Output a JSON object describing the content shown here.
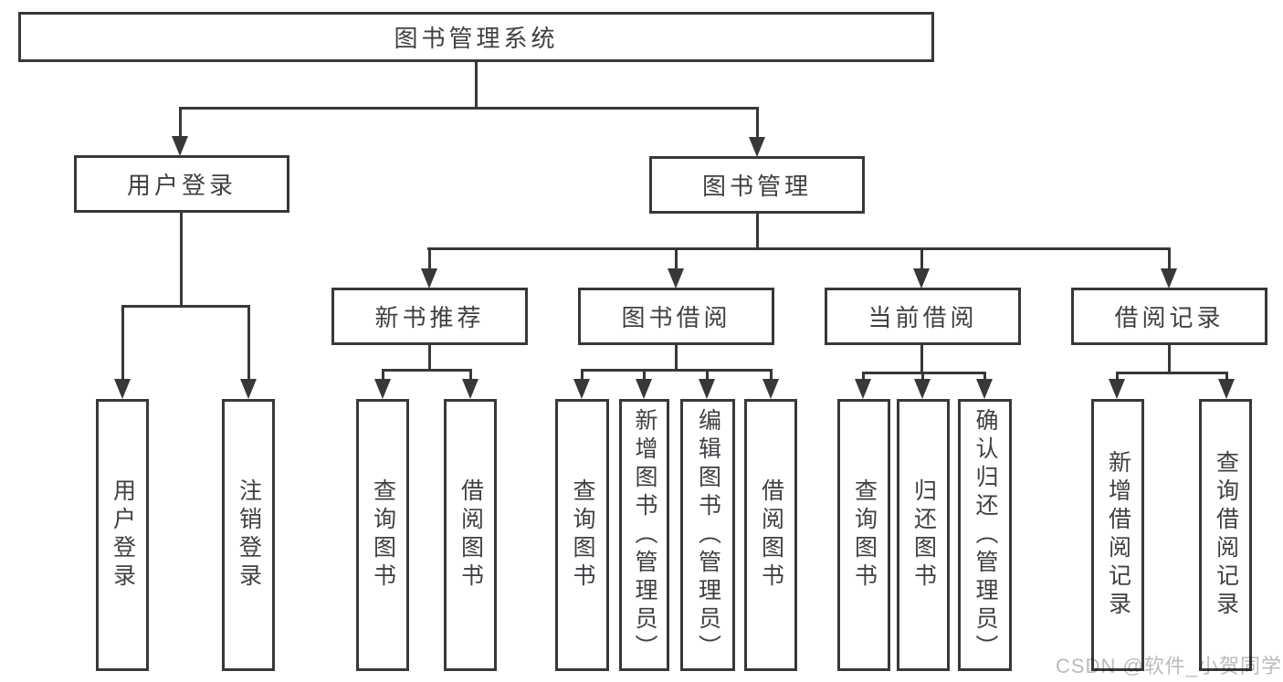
{
  "tree": {
    "root": {
      "label": "图书管理系统"
    },
    "branches": [
      {
        "label": "用户登录",
        "children": [
          {
            "label": "用户登录"
          },
          {
            "label": "注销登录"
          }
        ]
      },
      {
        "label": "图书管理",
        "children": [
          {
            "label": "新书推荐",
            "children": [
              {
                "label": "查询图书"
              },
              {
                "label": "借阅图书"
              }
            ]
          },
          {
            "label": "图书借阅",
            "children": [
              {
                "label": "查询图书"
              },
              {
                "label": "新增图书（管理员）"
              },
              {
                "label": "编辑图书（管理员）"
              },
              {
                "label": "借阅图书"
              }
            ]
          },
          {
            "label": "当前借阅",
            "children": [
              {
                "label": "查询图书"
              },
              {
                "label": "归还图书"
              },
              {
                "label": "确认归还（管理员）"
              }
            ]
          },
          {
            "label": "借阅记录",
            "children": [
              {
                "label": "新增借阅记录"
              },
              {
                "label": "查询借阅记录"
              }
            ]
          }
        ]
      }
    ]
  },
  "watermark": {
    "text": "CSDN @软件_小贺同学"
  },
  "colors": {
    "line": "#383838",
    "text": "#3e4043",
    "box_background": "#ffffff",
    "watermark": "#b9bbbd",
    "background": "#ffffff"
  }
}
